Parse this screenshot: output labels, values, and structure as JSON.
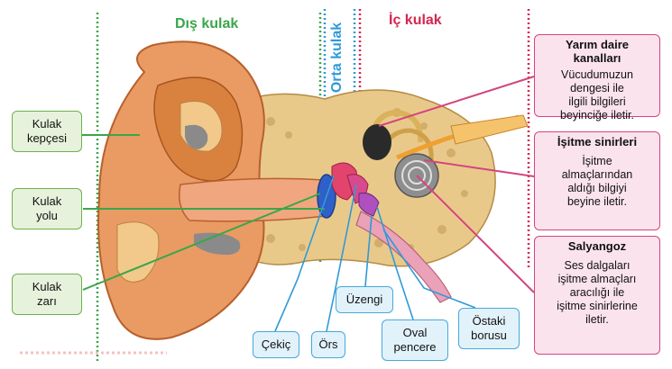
{
  "sections": {
    "outer": "Dış kulak",
    "middle": "Orta kulak",
    "inner": "İç kulak"
  },
  "left_labels": {
    "auricle": "Kulak\nkepçesi",
    "ear_canal": "Kulak\nyolu",
    "eardrum": "Kulak\nzarı"
  },
  "bottom_labels": {
    "hammer": "Çekiç",
    "anvil": "Örs",
    "stirrup": "Üzengi",
    "oval_window": "Oval\npencere",
    "eustachian_tube": "Östaki\nborusu"
  },
  "right_boxes": {
    "canals_title": "Yarım daire\nkanalları",
    "canals_desc": "Vücudumuzun\ndengesi ile\nilgili bilgileri\nbeyinciğe iletir.",
    "nerves_title": "İşitme sinirleri",
    "nerves_desc": "İşitme\nalmaçlarından\naldığı bilgiyi\nbeyine iletir.",
    "cochlea_title": "Salyangoz",
    "cochlea_desc": "Ses dalgaları\nişitme almaçları\naracılığı ile\nişitme sinirlerine\niletir."
  },
  "colors": {
    "outer_green": "#3aa64a",
    "middle_blue": "#2f9ad8",
    "inner_red": "#d4264f",
    "pink_line": "#d4457f"
  }
}
